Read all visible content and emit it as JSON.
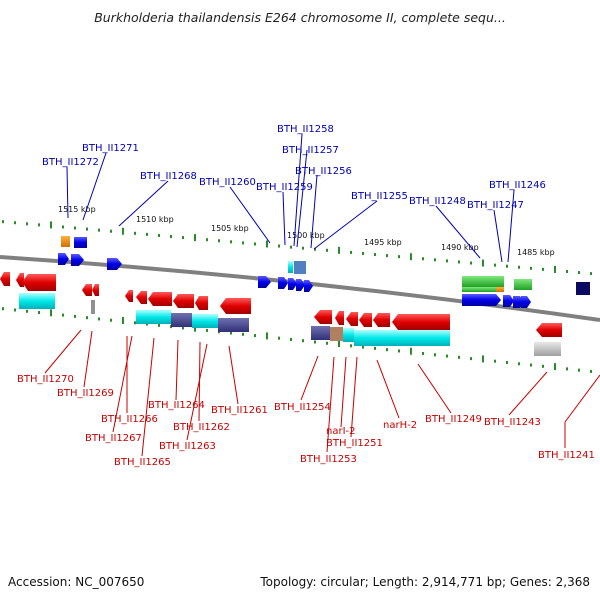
{
  "title": "Burkholderia thailandensis E264 chromosome II, complete sequ...",
  "footer": {
    "accession": "Accession: NC_007650",
    "topology": "Topology: circular; Length: 2,914,771 bp; Genes: 2,368"
  },
  "kbp_labels": [
    "1515 kbp",
    "1510 kbp",
    "1505 kbp",
    "1500 kbp",
    "1495 kbp",
    "1490 kbp",
    "1485 kbp"
  ],
  "genes_upper": [
    "BTH_II1272",
    "BTH_II1271",
    "BTH_II1268",
    "BTH_II1260",
    "BTH_II1258",
    "BTH_II1257",
    "BTH_II1259",
    "BTH_II1256",
    "BTH_II1255",
    "BTH_II1248",
    "BTH_II1246",
    "BTH_II1247"
  ],
  "genes_lower": [
    "BTH_II1270",
    "BTH_II1269",
    "BTH_II1266",
    "BTH_II1267",
    "BTH_II1265",
    "BTH_II1264",
    "BTH_II1262",
    "BTH_II1263",
    "BTH_II1261",
    "BTH_II1254",
    "narI-2",
    "BTH_II1251",
    "BTH_II1253",
    "narH-2",
    "BTH_II1249",
    "BTH_II1243",
    "BTH_II1241"
  ],
  "colors": {
    "blue_label": "#0000b4",
    "red_label": "#c80000",
    "forward_gene": "#0000ee",
    "reverse_gene": "#ee0000",
    "backbone": "#808080",
    "tick": "#2a8a2a"
  }
}
